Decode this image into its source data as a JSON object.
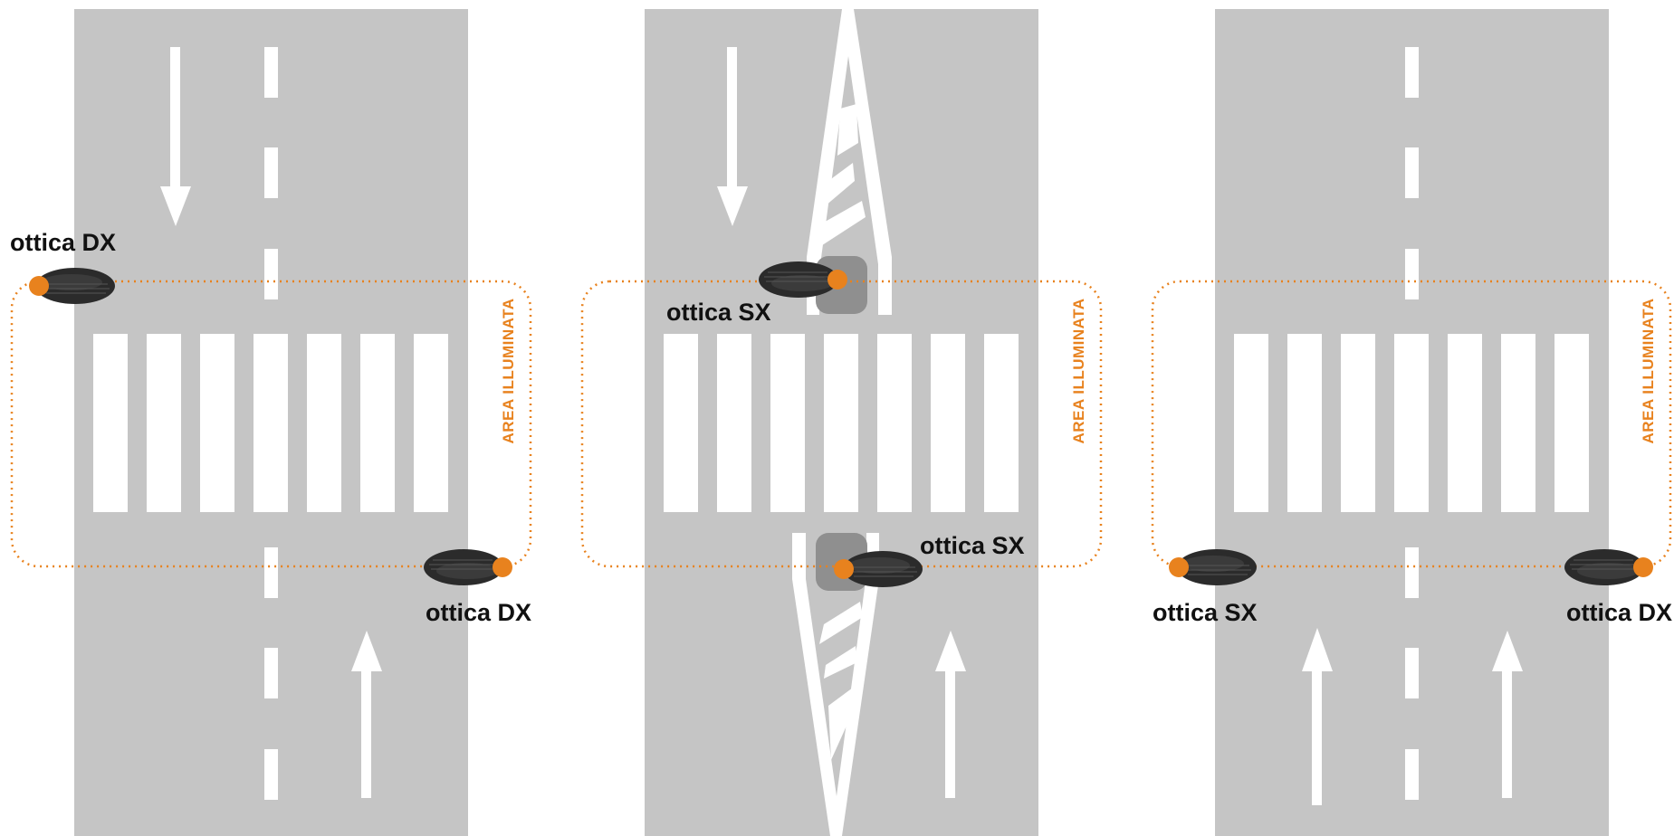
{
  "colors": {
    "road": "#c5c5c5",
    "marking": "#ffffff",
    "accent": "#e8821e",
    "fixture": "#2b2b2b",
    "island": "#8f8f8f",
    "label": "#111111"
  },
  "labels": {
    "area": "AREA ILLUMINATA",
    "right_optic": "ottica  DX",
    "left_optic": "ottica  SX"
  },
  "icons": {
    "fixture": "streetlight-head-icon",
    "light_point": "light-point-icon",
    "arrow": "traffic-direction-arrow-icon"
  }
}
